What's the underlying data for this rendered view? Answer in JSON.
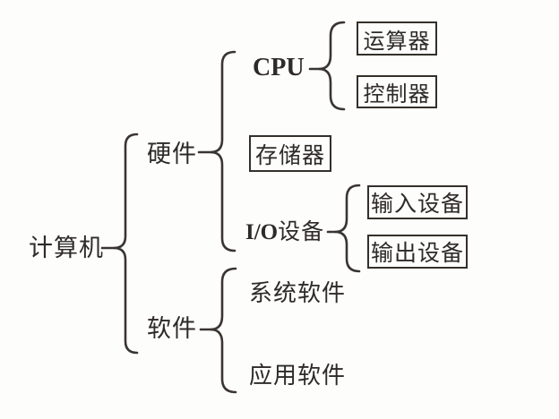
{
  "colors": {
    "background": "#fdfdfc",
    "line": "#3a3530",
    "text": "#2e2a27",
    "box_border": "#343029"
  },
  "tree": {
    "label": "计算机",
    "children": [
      {
        "label": "硬件",
        "children": [
          {
            "label": "CPU",
            "children": [
              {
                "label": "运算器",
                "boxed": true
              },
              {
                "label": "控制器",
                "boxed": true
              }
            ]
          },
          {
            "label": "存储器",
            "boxed": true
          },
          {
            "label": "I/O设备",
            "label_latin": "I/O",
            "label_cjk": "设备",
            "children": [
              {
                "label": "输入设备",
                "boxed": true
              },
              {
                "label": "输出设备",
                "boxed": true
              }
            ]
          }
        ]
      },
      {
        "label": "软件",
        "children": [
          {
            "label": "系统软件",
            "boxed": false
          },
          {
            "label": "应用软件",
            "boxed": false
          }
        ]
      }
    ]
  }
}
